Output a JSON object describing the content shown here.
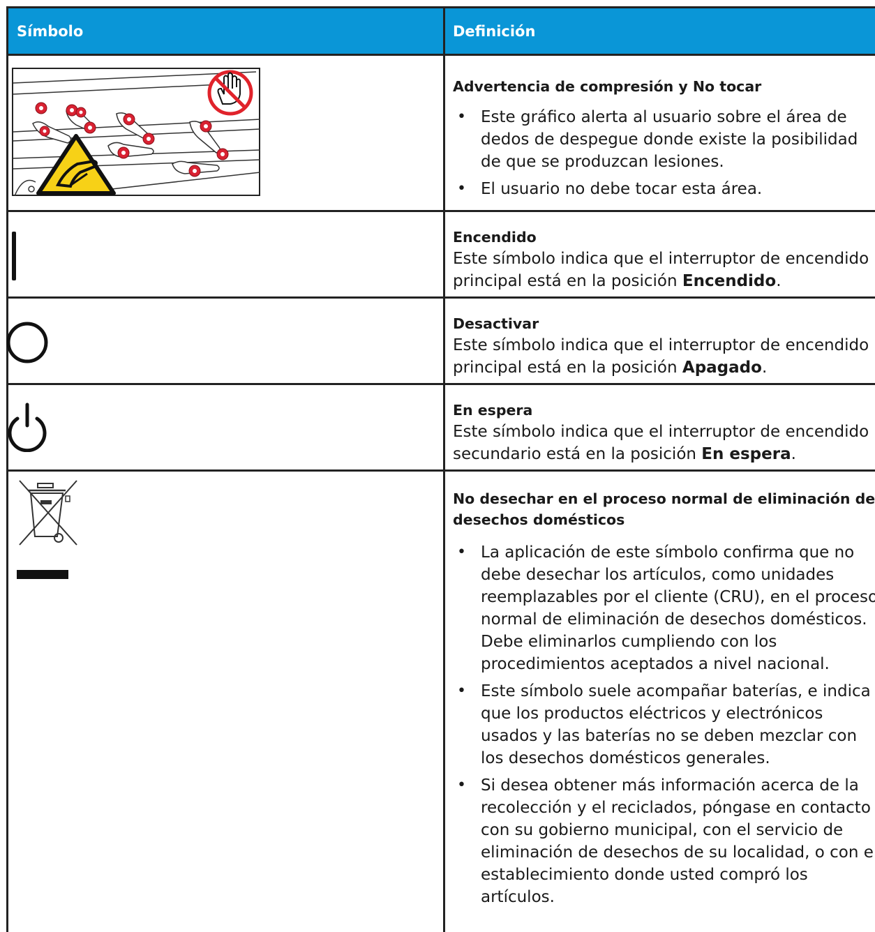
{
  "header": {
    "symbol_col": "Símbolo",
    "definition_col": "Definición"
  },
  "rows": [
    {
      "title": "Advertencia de compresión y No tocar",
      "bullets": [
        "Este gráfico alerta al usuario sobre el área de dedos de despegue donde existe la posibilidad de que se produzcan lesiones.",
        "El usuario no debe tocar esta área."
      ],
      "icon": "pinch-warning-no-touch-icon"
    },
    {
      "title": "Encendido",
      "text_before": "Este símbolo indica que el interruptor de encendido principal está en la posición ",
      "text_bold": "Encendido",
      "text_after": ".",
      "icon": "power-on-icon"
    },
    {
      "title": "Desactivar",
      "text_before": "Este símbolo indica que el interruptor de encendido principal está en la posición ",
      "text_bold": "Apagado",
      "text_after": ".",
      "icon": "power-off-icon"
    },
    {
      "title": "En espera",
      "text_before": "Este símbolo indica que el interruptor de encendido secundario está en la posición ",
      "text_bold": "En espera",
      "text_after": ".",
      "icon": "standby-icon"
    },
    {
      "title": "No desechar en el proceso normal de eliminación de desechos domésticos",
      "bullets": [
        "La aplicación de este símbolo confirma que no debe desechar los artículos, como unidades reemplazables por el cliente (CRU), en el proceso normal de eliminación de desechos domésticos. Debe eliminarlos cumpliendo con los procedimientos aceptados a nivel nacional.",
        "Este símbolo suele acompañar baterías, e indica que los productos eléctricos y electrónicos usados y las baterías no se deben mezclar con los desechos domésticos generales.",
        "Si desea obtener más información acerca de la recolección y el reciclados, póngase en contacto con su gobierno municipal, con el servicio de eliminación de desechos de su localidad, o con el establecimiento donde usted compró los artículos."
      ],
      "icon": "crossed-out-bin-icon"
    }
  ],
  "colors": {
    "header_bg": "#0a96d7",
    "border": "#222222",
    "warning_yellow": "#f7d117",
    "prohibit_red": "#e0232b",
    "gear_red": "#d92232"
  }
}
